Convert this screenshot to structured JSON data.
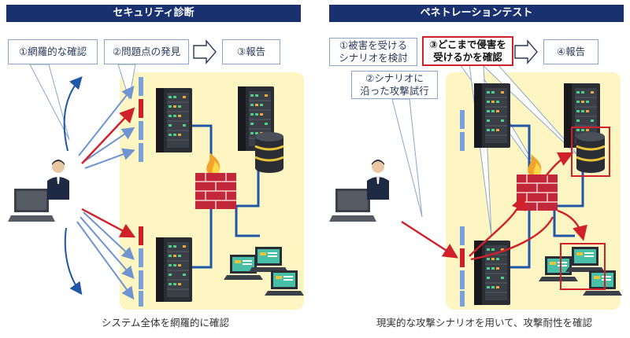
{
  "left": {
    "title": "セキュリティ診断",
    "step1": "①網羅的な確認",
    "step2": "②問題点の発見",
    "step3": "③報告",
    "caption": "システム全体を網羅的に確認"
  },
  "right": {
    "title": "ペネトレーションテスト",
    "step1": "①被害を受ける\nシナリオを検討",
    "step2": "②シナリオに\n沿った攻撃試行",
    "step3": "③どこまで侵害を\n受けるかを確認",
    "step4": "④報告",
    "caption": "現実的な攻撃シナリオを用いて、攻撃耐性を確認"
  },
  "colors": {
    "header": "#1a3170",
    "zone": "#fdf6c3",
    "attack": "#d0202a",
    "scan": "#1f56a8"
  }
}
